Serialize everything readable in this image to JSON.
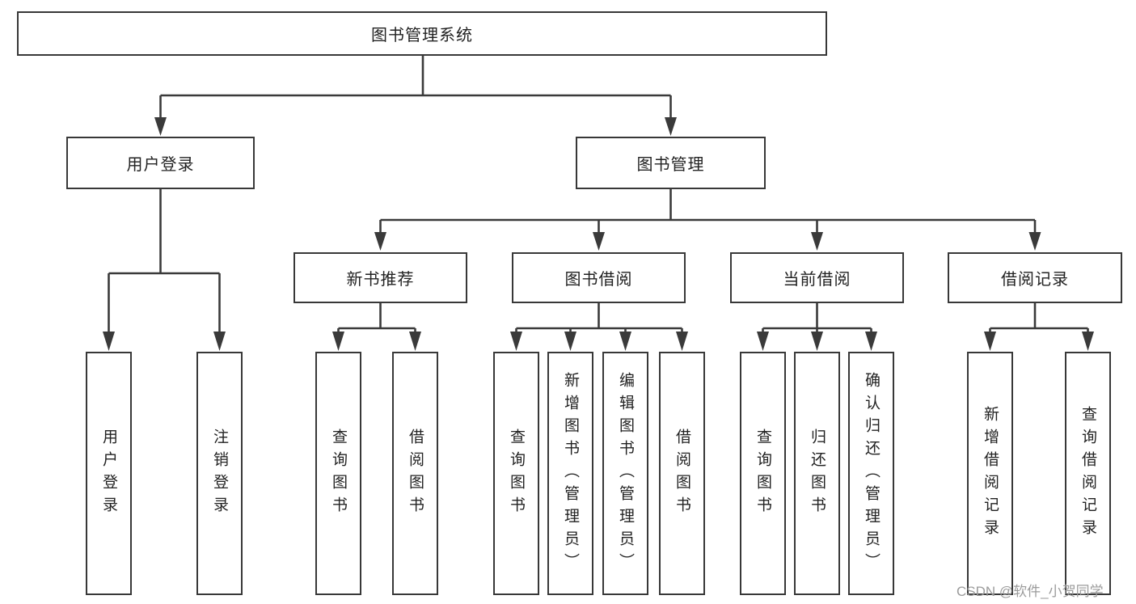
{
  "watermark": "CSDN @软件_小贺同学",
  "colors": {
    "line": "#3a3a3a",
    "border": "#383838",
    "text": "#222222",
    "background": "#ffffff",
    "watermark": "#9b9b9b"
  },
  "diagram": {
    "type": "hierarchy-tree",
    "root": {
      "label": "图书管理系统",
      "children": [
        {
          "label": "用户登录",
          "children": [
            {
              "label": "用户登录"
            },
            {
              "label": "注销登录"
            }
          ]
        },
        {
          "label": "图书管理",
          "children": [
            {
              "label": "新书推荐",
              "children": [
                {
                  "label": "查询图书"
                },
                {
                  "label": "借阅图书"
                }
              ]
            },
            {
              "label": "图书借阅",
              "children": [
                {
                  "label": "查询图书"
                },
                {
                  "label": "新增图书（管理员）"
                },
                {
                  "label": "编辑图书（管理员）"
                },
                {
                  "label": "借阅图书"
                }
              ]
            },
            {
              "label": "当前借阅",
              "children": [
                {
                  "label": "查询图书"
                },
                {
                  "label": "归还图书"
                },
                {
                  "label": "确认归还（管理员）"
                }
              ]
            },
            {
              "label": "借阅记录",
              "children": [
                {
                  "label": "新增借阅记录"
                },
                {
                  "label": "查询借阅记录"
                }
              ]
            }
          ]
        }
      ]
    }
  }
}
